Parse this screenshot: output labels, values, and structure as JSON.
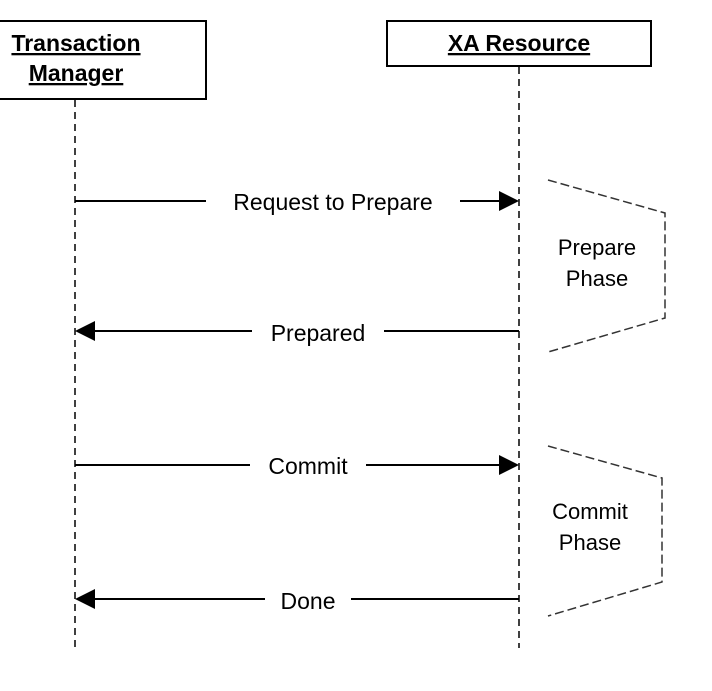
{
  "participants": [
    {
      "id": "tm",
      "lines": [
        "Transaction",
        "Manager"
      ]
    },
    {
      "id": "xa",
      "lines": [
        "XA Resource"
      ]
    }
  ],
  "messages": [
    {
      "id": "request-to-prepare",
      "label": "Request to Prepare",
      "from": "tm",
      "to": "xa"
    },
    {
      "id": "prepared",
      "label": "Prepared",
      "from": "xa",
      "to": "tm"
    },
    {
      "id": "commit",
      "label": "Commit",
      "from": "tm",
      "to": "xa"
    },
    {
      "id": "done",
      "label": "Done",
      "from": "xa",
      "to": "tm"
    }
  ],
  "phases": [
    {
      "id": "prepare-phase",
      "lines": [
        "Prepare",
        "Phase"
      ]
    },
    {
      "id": "commit-phase",
      "lines": [
        "Commit",
        "Phase"
      ]
    }
  ],
  "colors": {
    "stroke": "#000000",
    "dashed_stroke": "#333333",
    "background": "#ffffff"
  }
}
